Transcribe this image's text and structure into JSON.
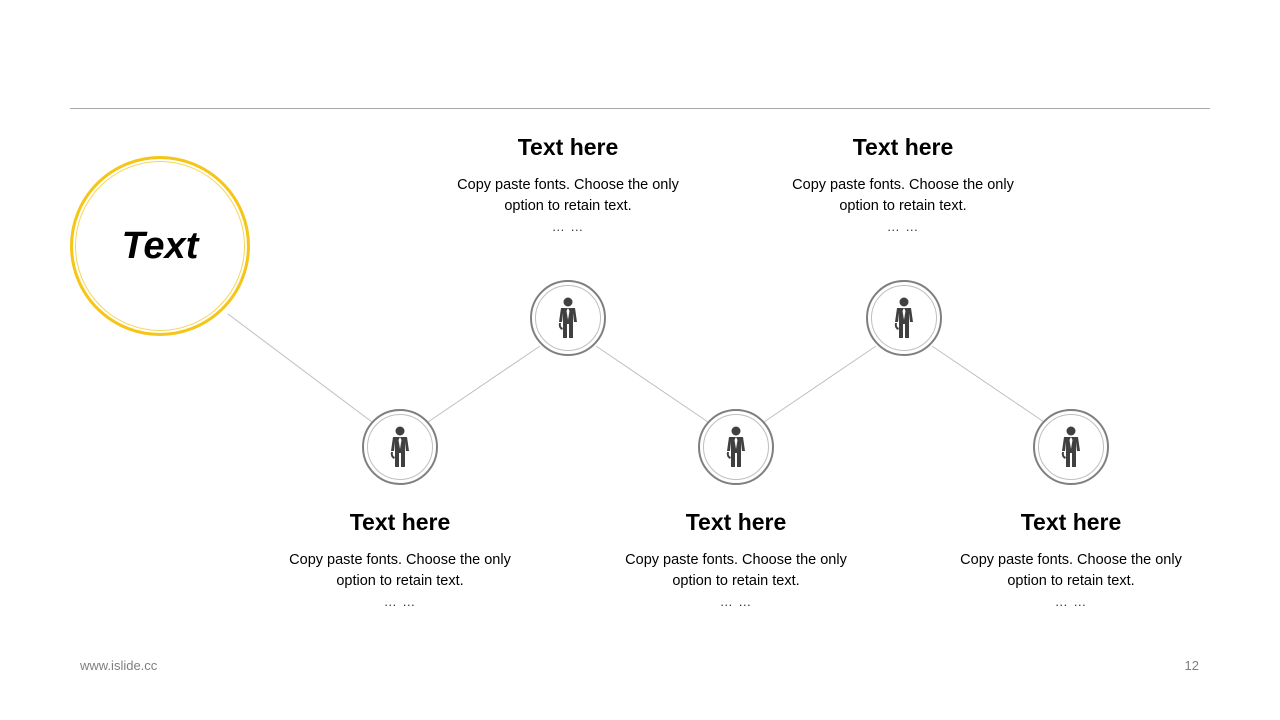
{
  "hero": {
    "label": "Text",
    "accent_color": "#f5c518"
  },
  "steps": [
    {
      "title": "Text here",
      "desc_line1": "Copy paste fonts. Choose the only",
      "desc_line2": "option to retain text.",
      "dots": "…  …",
      "icon": "businessman-icon"
    },
    {
      "title": "Text here",
      "desc_line1": "Copy paste fonts. Choose the only",
      "desc_line2": "option to retain text.",
      "dots": "…  …",
      "icon": "businessman-icon"
    },
    {
      "title": "Text here",
      "desc_line1": "Copy paste fonts. Choose the only",
      "desc_line2": "option to retain text.",
      "dots": "…  …",
      "icon": "businessman-icon"
    },
    {
      "title": "Text here",
      "desc_line1": "Copy paste fonts. Choose the only",
      "desc_line2": "option to retain text.",
      "dots": "…  …",
      "icon": "businessman-icon"
    },
    {
      "title": "Text here",
      "desc_line1": "Copy paste fonts. Choose the only",
      "desc_line2": "option to retain text.",
      "dots": "…  …",
      "icon": "businessman-icon"
    }
  ],
  "footer": {
    "website": "www.islide.cc",
    "page_number": "12"
  }
}
